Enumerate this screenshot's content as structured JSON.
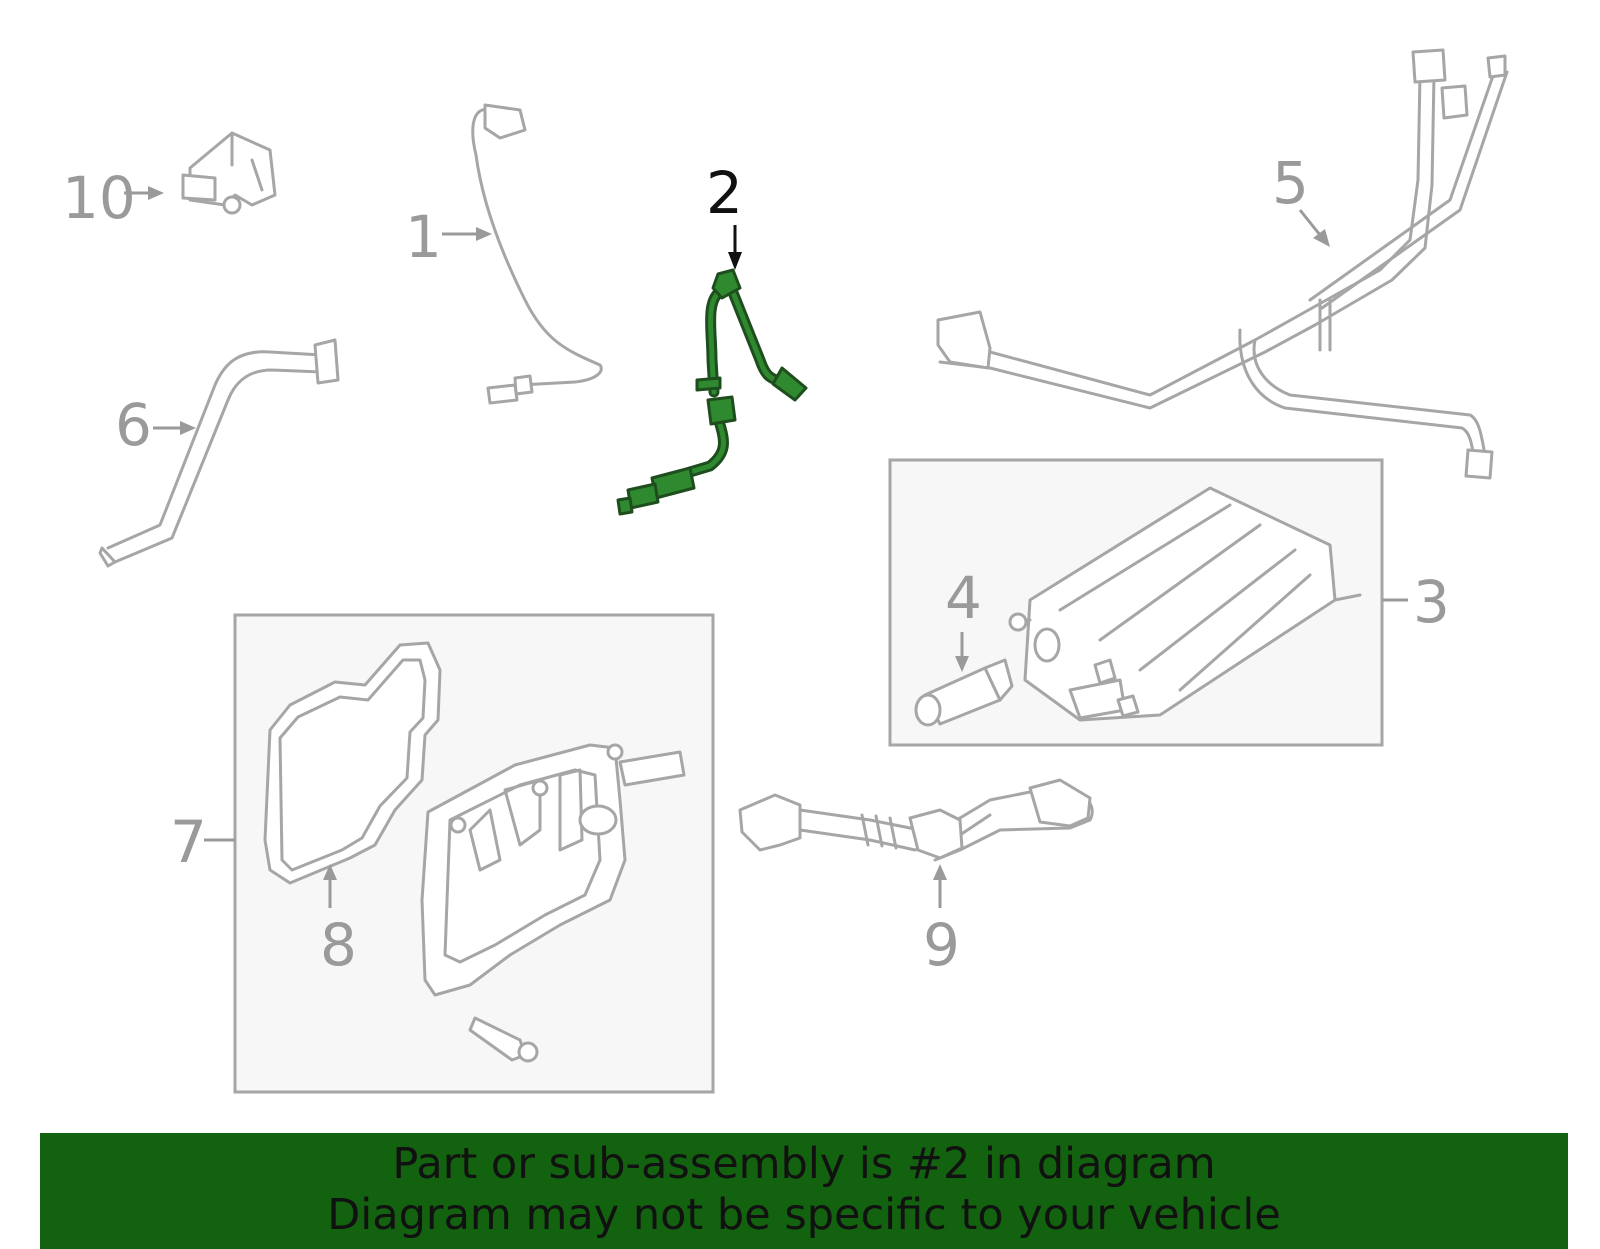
{
  "callouts": {
    "p1": "1",
    "p2": "2",
    "p3": "3",
    "p4": "4",
    "p5": "5",
    "p6": "6",
    "p7": "7",
    "p8": "8",
    "p9": "9",
    "p10": "10"
  },
  "highlight_color": "#2f8a2f",
  "banner": {
    "line1": "Part or sub-assembly is #2 in diagram",
    "line2": "Diagram may not be specific to your vehicle",
    "background": "#13620f"
  }
}
